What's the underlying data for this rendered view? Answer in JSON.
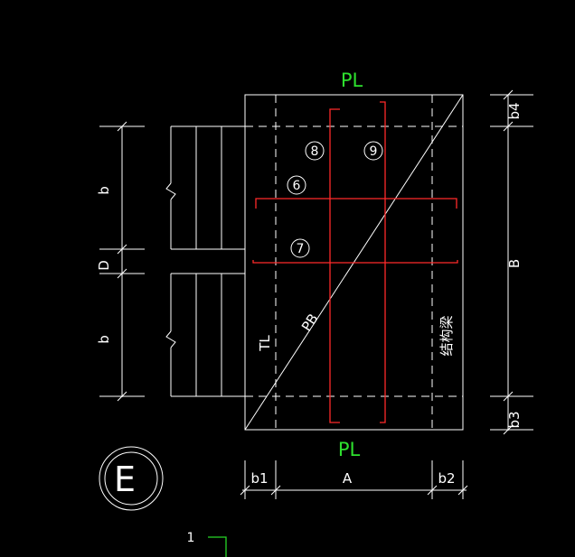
{
  "labels": {
    "pl_top": "PL",
    "pl_bottom": "PL",
    "pb": "PB",
    "tl": "TL",
    "beam": "结构梁",
    "b_upper": "b",
    "d": "D",
    "b_lower": "b",
    "big_b": "B",
    "b4": "b4",
    "b3": "b3",
    "b1": "b1",
    "a": "A",
    "b2": "b2",
    "view": "E",
    "corner_note": "1"
  },
  "rebar_tags": [
    "8",
    "9",
    "6",
    "7"
  ],
  "colors": {
    "background": "#000000",
    "lines": "#ffffff",
    "rebar": "#ff2a2a",
    "pl_label": "#2ee02e"
  }
}
